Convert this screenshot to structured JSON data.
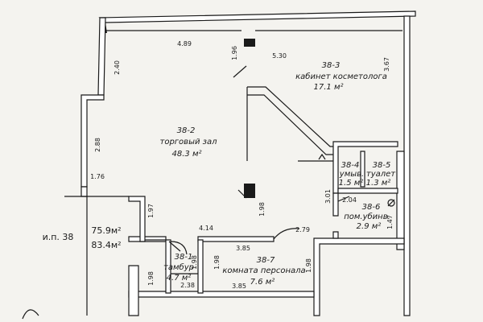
{
  "plan": {
    "total_area": "75.9м²",
    "total_area_alt": "83.4м²",
    "unit_label": "и.п. 38",
    "rooms": {
      "r1": {
        "id": "38-1",
        "name": "тамбур",
        "area": "4.7 м²"
      },
      "r2": {
        "id": "38-2",
        "name": "торговый зал",
        "area": "48.3 м²"
      },
      "r3": {
        "id": "38-3",
        "name": "кабинет косметолога",
        "area": "17.1 м²"
      },
      "r4": {
        "id": "38-4",
        "name": "умыв.",
        "area": "1.5 м²"
      },
      "r5": {
        "id": "38-5",
        "name": "туалет",
        "area": "1.3 м²"
      },
      "r6": {
        "id": "38-6",
        "name": "пом.убинв.",
        "area": "2.9 м²"
      },
      "r7": {
        "id": "38-7",
        "name": "комната персонала",
        "area": "7.6 м²"
      }
    },
    "dims": {
      "d489": "4.89",
      "d196": "1.96",
      "d530": "5.30",
      "d367": "3.67",
      "d240": "2.40",
      "d288": "2.88",
      "d176": "1.76",
      "d197": "1.97",
      "d198a": "1.98",
      "d414": "4.14",
      "d301": "3.01",
      "d204": "2.04",
      "d279": "2.79",
      "d147": "1.47",
      "d385a": "3.85",
      "d198b": "1.98",
      "d198c": "1.98",
      "d198d": "1.98",
      "d198e": "1.98",
      "d238": "2.38",
      "d385b": "3.85"
    }
  }
}
